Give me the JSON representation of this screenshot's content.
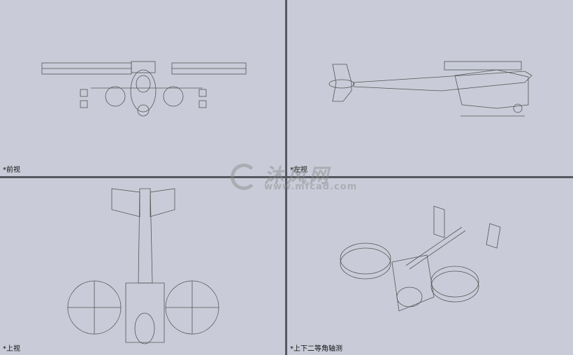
{
  "viewports": [
    {
      "label": "*前视"
    },
    {
      "label": "*左视"
    },
    {
      "label": "*上视"
    },
    {
      "label": "*上下二等角轴测"
    }
  ],
  "watermark": {
    "cn": "沐风网",
    "en": "www.mfcad.com"
  }
}
